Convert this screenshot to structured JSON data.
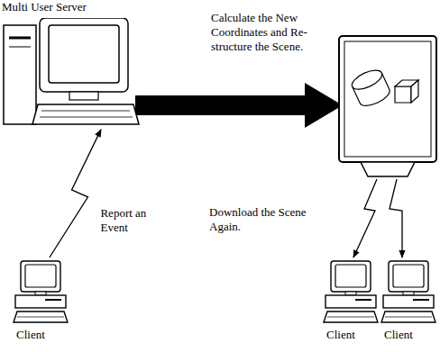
{
  "diagram": {
    "nodes": [
      {
        "text": [
          "Multi User Server"
        ]
      },
      {
        "text": [
          "Client"
        ]
      },
      {
        "text": [
          "Client"
        ]
      },
      {
        "text": [
          "Client"
        ]
      }
    ],
    "edges": [
      {
        "from": 1,
        "to": 0,
        "label": "Report an Event",
        "arrow": "to"
      }
    ],
    "labels": [
      "Calculate the New Coordinates and Re-structure the Scene.",
      "Download the Scene Again."
    ]
  }
}
